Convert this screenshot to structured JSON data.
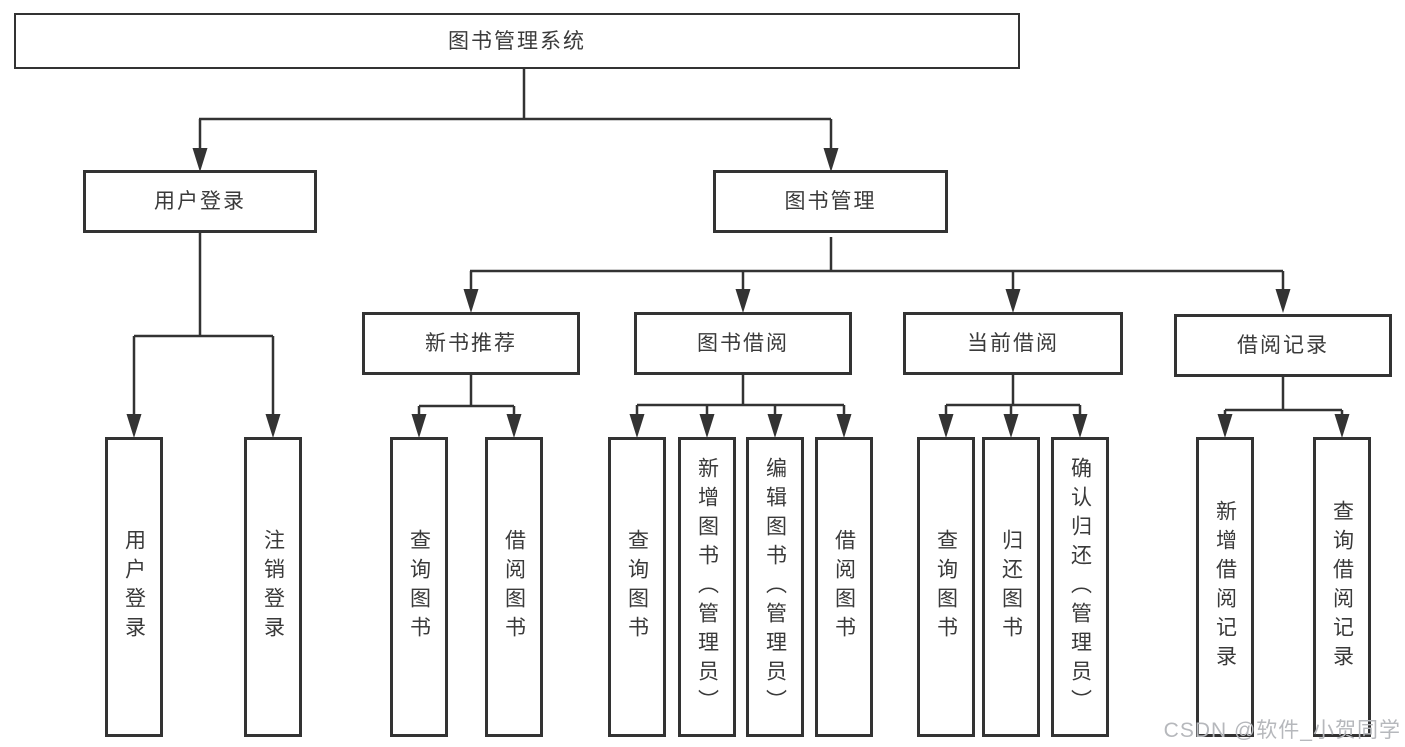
{
  "diagram": {
    "root": {
      "label": "图书管理系统"
    },
    "user_login": {
      "label": "用户登录",
      "children": [
        {
          "label": "用户登录"
        },
        {
          "label": "注销登录"
        }
      ]
    },
    "book_management": {
      "label": "图书管理",
      "children": [
        {
          "label": "新书推荐",
          "children": [
            {
              "label": "查询图书"
            },
            {
              "label": "借阅图书"
            }
          ]
        },
        {
          "label": "图书借阅",
          "children": [
            {
              "label": "查询图书"
            },
            {
              "label": "新增图书（管理员）"
            },
            {
              "label": "编辑图书（管理员）"
            },
            {
              "label": "借阅图书"
            }
          ]
        },
        {
          "label": "当前借阅",
          "children": [
            {
              "label": "查询图书"
            },
            {
              "label": "归还图书"
            },
            {
              "label": "确认归还（管理员）"
            }
          ]
        },
        {
          "label": "借阅记录",
          "children": [
            {
              "label": "新增借阅记录"
            },
            {
              "label": "查询借阅记录"
            }
          ]
        }
      ]
    }
  },
  "watermark": {
    "text": "CSDN @软件_小贺同学"
  },
  "colors": {
    "line": "#333333",
    "text": "#3a3a3a",
    "watermark": "#b6b8bc",
    "background": "#ffffff"
  }
}
